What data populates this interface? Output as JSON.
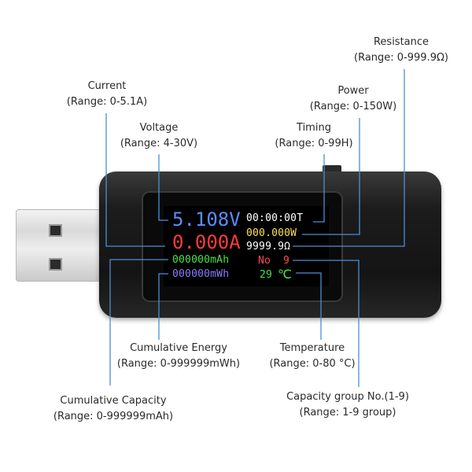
{
  "device": {
    "screen": {
      "voltage": "5.108V",
      "current": "0.000A",
      "capacity": "000000mAh",
      "energy": "000000mWh",
      "timing": "00:00:00T",
      "power": "000.000W",
      "resistance": "9999.9Ω",
      "group_no_label": "No",
      "group_no_value": "9",
      "temperature_value": "29",
      "temperature_unit": "℃"
    },
    "colors": {
      "voltage": "#5b8cff",
      "current": "#ff3b3b",
      "capacity": "#4be04b",
      "energy": "#8a7bff",
      "timing": "#ffffff",
      "power": "#ffe14b",
      "resistance": "#ffffff",
      "group": "#ff4b4b",
      "temperature": "#4be04b"
    }
  },
  "labels": {
    "current": {
      "name": "Current",
      "range": "(Range: 0-5.1A)"
    },
    "voltage": {
      "name": "Voltage",
      "range": "(Range: 4-30V)"
    },
    "timing": {
      "name": "Timing",
      "range": "(Range: 0-99H)"
    },
    "power": {
      "name": "Power",
      "range": "(Range: 0-150W)"
    },
    "resistance": {
      "name": "Resistance",
      "range": "(Range: 0-999.9Ω)"
    },
    "energy": {
      "name": "Cumulative Energy",
      "range": "(Range: 0-999999mWh)"
    },
    "temperature": {
      "name": "Temperature",
      "range": "(Range: 0-80 °C)"
    },
    "capacity": {
      "name": "Cumulative Capacity",
      "range": "(Range: 0-999999mAh)"
    },
    "group": {
      "name": "Capacity group No.(1-9)",
      "range": "(Range: 1-9 group)"
    }
  }
}
